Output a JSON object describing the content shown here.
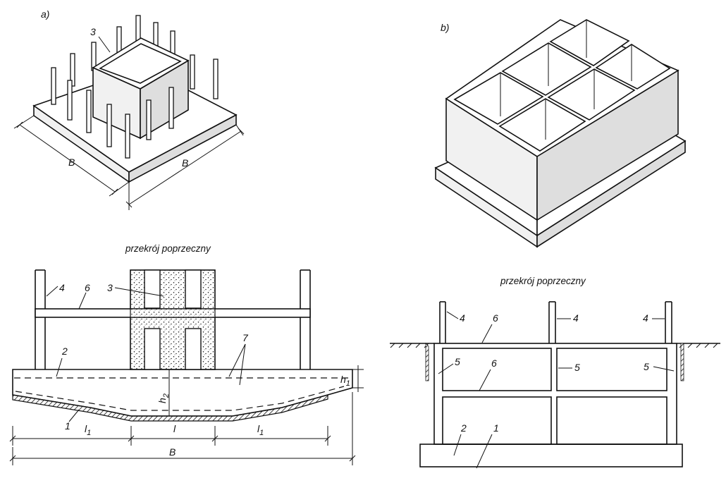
{
  "panel_a": {
    "label": "a)",
    "dim_b_left": "B",
    "dim_b_right": "B",
    "column_number": "3"
  },
  "panel_b": {
    "label": "b)"
  },
  "section_a": {
    "title": "przekrój poprzeczny",
    "labels": {
      "n1": "1",
      "n2": "2",
      "n3": "3",
      "n4": "4",
      "n6": "6",
      "n7": "7",
      "h1": "h",
      "h1_sub": "1",
      "h2": "h",
      "h2_sub": "2",
      "l1_left": "l",
      "l1_left_sub": "1",
      "l_mid": "l",
      "l1_right": "l",
      "l1_right_sub": "1",
      "B": "B"
    }
  },
  "section_b": {
    "title": "przekrój poprzeczny",
    "labels": {
      "n4a": "4",
      "n6a": "6",
      "n4b": "4",
      "n4c": "4",
      "n5a": "5",
      "n6b": "6",
      "n5b": "5",
      "n5c": "5",
      "n2": "2",
      "n1": "1"
    }
  },
  "colors": {
    "line": "#111111",
    "paper": "#ffffff",
    "shade": "#dedede"
  }
}
